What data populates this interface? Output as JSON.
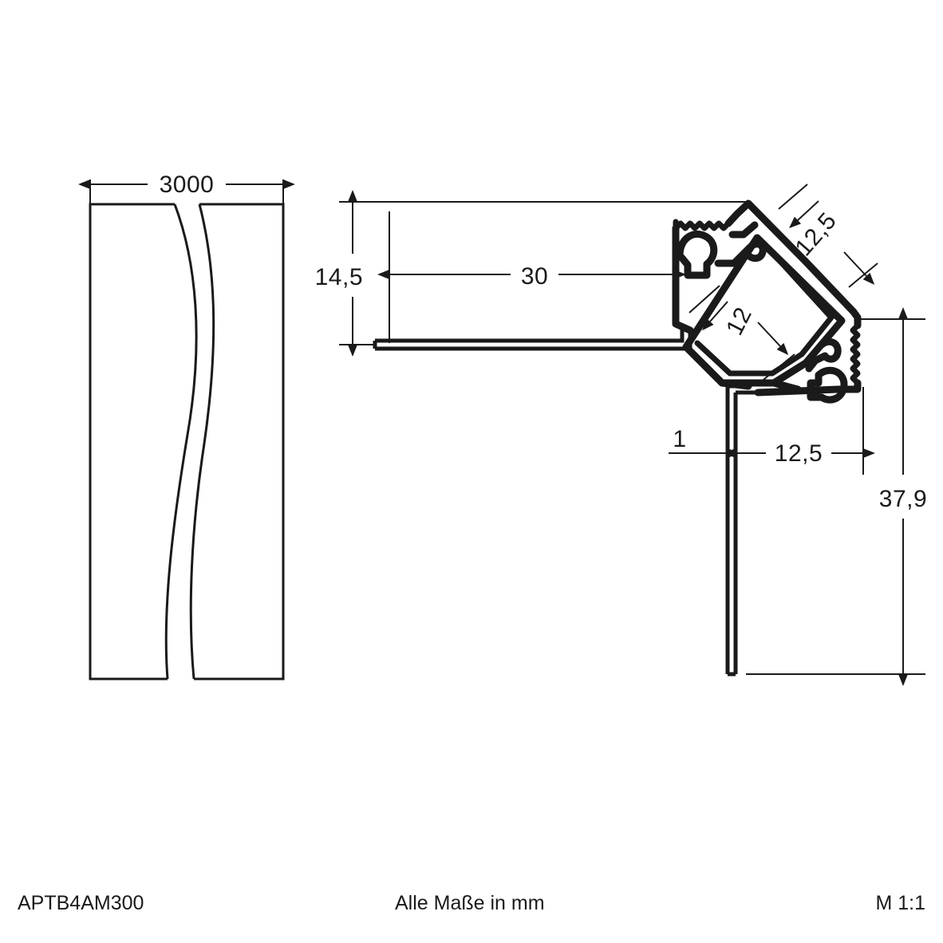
{
  "drawing": {
    "part_number": "APTB4AM300",
    "units_note": "Alle Maße in mm",
    "scale": "M 1:1",
    "line_color": "#1a1a1a",
    "background_color": "#ffffff"
  },
  "views": {
    "elevation": {
      "name": "length-view",
      "length_dimension": "3000"
    },
    "section": {
      "name": "cross-section-view",
      "dimensions": {
        "height_flange": "14,5",
        "width_flange": "30",
        "diagonal_outer": "12,5",
        "diagonal_inner": "12",
        "wall_thickness": "1",
        "width_lower": "12,5",
        "height_overall": "37,9"
      }
    }
  },
  "footer": {
    "left": "APTB4AM300",
    "center": "Alle Maße in mm",
    "right": "M 1:1"
  }
}
